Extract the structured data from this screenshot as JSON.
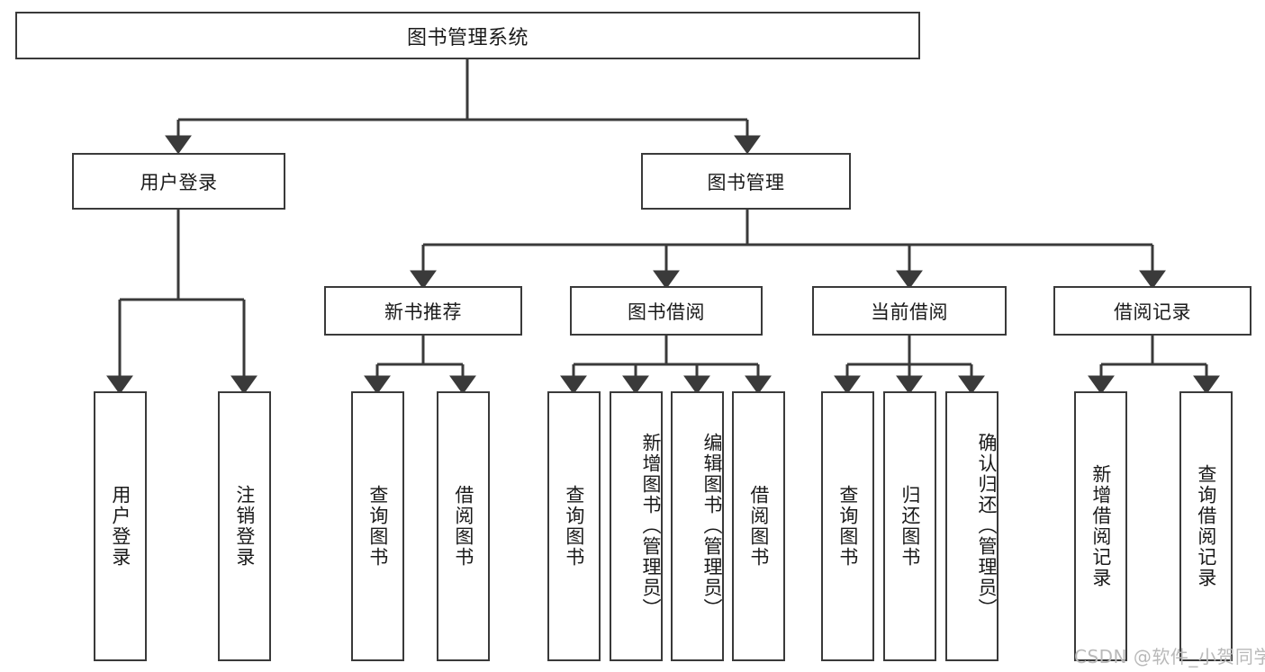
{
  "diagram": {
    "type": "hierarchy-tree",
    "title": "图书管理系统",
    "watermark": "CSDN @软件_小贺同学",
    "colors": {
      "box_border": "#3a3a3a",
      "box_fill": "#ffffff",
      "link": "#3a3a3a",
      "text": "#1a1a1a",
      "watermark": "#b9b9b9"
    },
    "root": {
      "label": "图书管理系统"
    },
    "level2": [
      {
        "label": "用户登录"
      },
      {
        "label": "图书管理"
      }
    ],
    "level3": [
      {
        "label": "新书推荐"
      },
      {
        "label": "图书借阅"
      },
      {
        "label": "当前借阅"
      },
      {
        "label": "借阅记录"
      }
    ],
    "leaves": {
      "user_login": [
        {
          "label": "用户登录"
        },
        {
          "label": "注销登录"
        }
      ],
      "new_book_recommend": [
        {
          "label": "查询图书"
        },
        {
          "label": "借阅图书"
        }
      ],
      "book_borrow": [
        {
          "label": "查询图书"
        },
        {
          "label": "新增图书（管理员）"
        },
        {
          "label": "编辑图书（管理员）"
        },
        {
          "label": "借阅图书"
        }
      ],
      "current_borrow": [
        {
          "label": "查询图书"
        },
        {
          "label": "归还图书"
        },
        {
          "label": "确认归还（管理员）"
        }
      ],
      "borrow_records": [
        {
          "label": "新增借阅记录"
        },
        {
          "label": "查询借阅记录"
        }
      ]
    }
  }
}
